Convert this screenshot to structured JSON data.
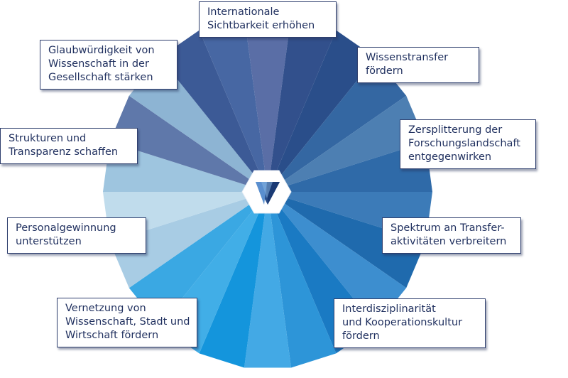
{
  "diagram": {
    "segment_colors": [
      "#5a6ea6",
      "#32508c",
      "#2a4e8a",
      "#3467a2",
      "#4d7fb2",
      "#2f6aa8",
      "#3c7bb8",
      "#1f6aad",
      "#3d8ecf",
      "#1a7ac3",
      "#2d95d8",
      "#43a9e5",
      "#1495dc",
      "#41aee7",
      "#3aa8e3",
      "#a8cce4",
      "#c0dcec",
      "#9ec5df",
      "#5f78aa",
      "#8db4d3",
      "#3c5a96",
      "#4767a3"
    ],
    "center_icon": "triangle-logo-icon"
  },
  "goals": [
    {
      "id": "internationale-sichtbarkeit",
      "lines": [
        "Internationale",
        "Sichtbarkeit erhöhen"
      ]
    },
    {
      "id": "wissenstransfer",
      "lines": [
        "Wissenstransfer",
        "fördern"
      ]
    },
    {
      "id": "zersplitterung",
      "lines": [
        "Zersplitterung der",
        "Forschungslandschaft",
        "entgegenwirken"
      ]
    },
    {
      "id": "spektrum-transfer",
      "lines": [
        "Spektrum an Transfer-",
        "aktivitäten verbreitern"
      ]
    },
    {
      "id": "interdisziplinaritaet",
      "lines": [
        "Interdisziplinarität",
        "und Kooperationskultur",
        "fördern"
      ]
    },
    {
      "id": "vernetzung",
      "lines": [
        "Vernetzung von",
        "Wissenschaft, Stadt und",
        "Wirtschaft fördern"
      ]
    },
    {
      "id": "personalgewinnung",
      "lines": [
        "Personalgewinnung",
        "unterstützen"
      ]
    },
    {
      "id": "strukturen-transparenz",
      "lines": [
        "Strukturen und",
        "Transparenz schaffen"
      ]
    },
    {
      "id": "glaubwuerdigkeit",
      "lines": [
        "Glaubwürdigkeit von",
        "Wissenschaft in der",
        "Gesellschaft stärken"
      ]
    }
  ]
}
